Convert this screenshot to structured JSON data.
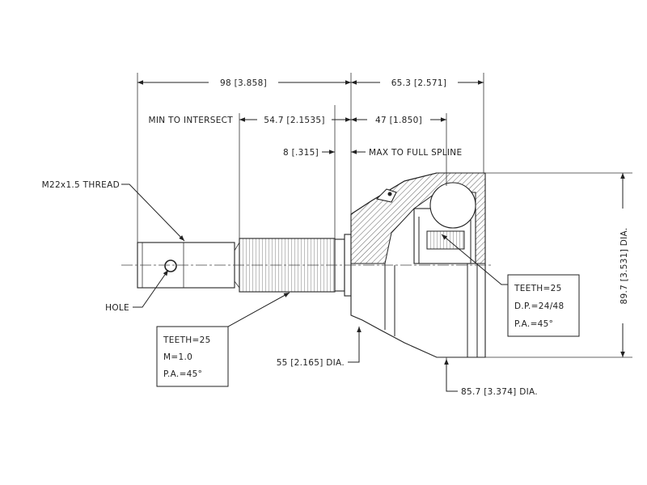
{
  "dimensions": {
    "overall_left": "98 [3.858]",
    "overall_right": "65.3 [2.571]",
    "min_to_intersect": "MIN TO INTERSECT",
    "intersect_value": "54.7 [2.1535]",
    "max_value": "47 [1.850]",
    "max_to_full_spline": "MAX TO FULL SPLINE",
    "small_offset": "8 [.315]",
    "housing_dia": "89.7 [3.531] DIA.",
    "seal_dia": "55 [2.165] DIA.",
    "bell_dia": "85.7 [3.374] DIA."
  },
  "callouts": {
    "thread": "M22x1.5 THREAD",
    "hole": "HOLE"
  },
  "spline_box_outer": {
    "teeth": "TEETH=25",
    "module": "M=1.0",
    "pressure_angle": "P.A.=45°"
  },
  "spline_box_inner": {
    "teeth": "TEETH=25",
    "diametral_pitch": "D.P.=24/48",
    "pressure_angle": "P.A.=45°"
  }
}
